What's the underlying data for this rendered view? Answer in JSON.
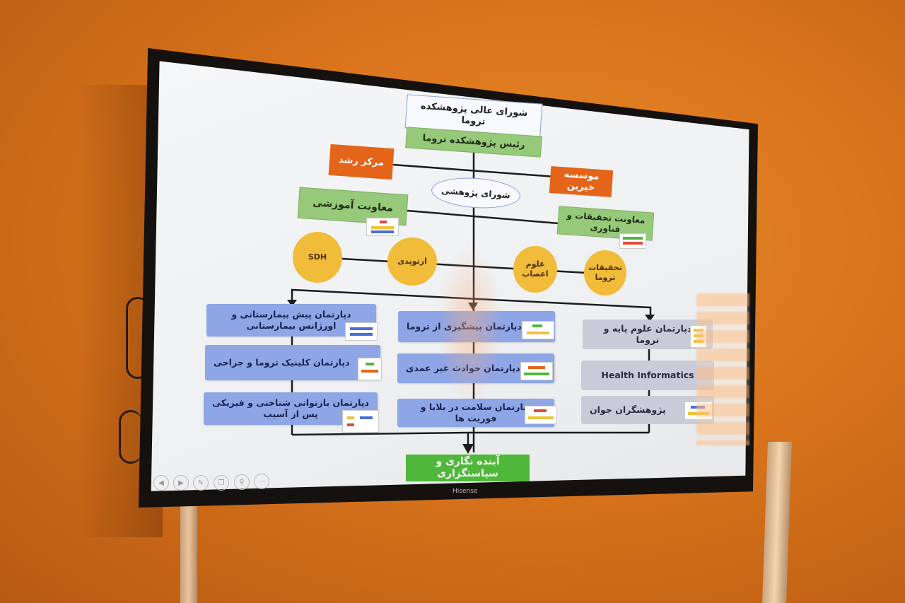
{
  "chart": {
    "top_council": "شورای عالی پژوهشکده تروما",
    "head": "رئیس پژوهشکده تروما",
    "incubator": "مرکز رشد",
    "charity": "موسسه خیرین",
    "research_council": "شورای پژوهشی",
    "edu_deputy": "معاونت آموزشی",
    "research_deputy": "معاونت تحقیقات و فناوری",
    "circles": {
      "sdh": "SDH",
      "ortho": "ارتوپدی",
      "neuro": "علوم اعصاب",
      "trauma_research": "تحقیقات تروما"
    },
    "departments_left": [
      "دپارتمان پیش بیمارستانی و اورژانس بیمارستانی",
      "دپارتمان کلینیک تروما و جراحی",
      "دپارتمان بازتوانی شناختی و فیزیکی پس از آسیب"
    ],
    "departments_middle": [
      "دپارتمان پیشگیری از تروما",
      "دپارتمان حوادث غیر عمدی",
      "دپارتمان سلامت در بلایا و فوریت ها"
    ],
    "departments_right": [
      "دپارتمان علوم پایه و تروما",
      "Health Informatics",
      "پژوهشگران جوان"
    ],
    "foresight": "آینده نگاری و سیاستگزاری"
  },
  "tv": {
    "brand": "Hisense"
  },
  "colors": {
    "wall": "#d9741c",
    "orange_box": "#e4641a",
    "green_box": "#97c97a",
    "circle": "#f0bc3a",
    "dept_blue": "#8ea6e6",
    "dept_grey": "#c9ccd8",
    "foresight_green": "#4fb83b"
  },
  "controls": [
    "prev-icon",
    "next-icon",
    "pen-icon",
    "copy-icon",
    "zoom-icon",
    "more-icon"
  ]
}
